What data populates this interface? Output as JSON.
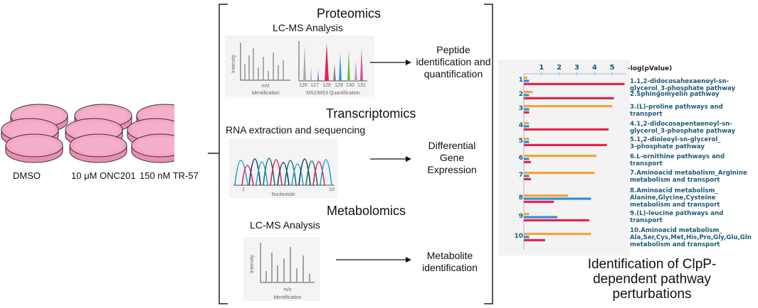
{
  "conditions": [
    {
      "label": "DMSO"
    },
    {
      "label": "10 μM ONC201"
    },
    {
      "label": "150 nM TR-57"
    }
  ],
  "proteomics": {
    "title": "Proteomics",
    "analysis_title": "LC-MS Analysis",
    "intensity_label": "Intensity",
    "mz_label": "m/z",
    "panel_left_caption": "Identification",
    "panel_right_caption": "MS2/MS3 Quantification",
    "ticks": [
      "126",
      "127",
      "128",
      "129",
      "130",
      "131"
    ],
    "output_lines": [
      "Peptide",
      "identification and",
      "quantification"
    ]
  },
  "transcriptomics": {
    "title": "Transcriptomics",
    "sub_title": "RNA extraction and sequencing",
    "axis_label": "Nucleotide",
    "tick_start": "1",
    "tick_end": "10",
    "output_lines": [
      "Differential",
      "Gene",
      "Expression"
    ]
  },
  "metabolomics": {
    "title": "Metabolomics",
    "analysis_title": "LC-MS Analysis",
    "intensity_label": "Intensity",
    "mz_label": "m/z",
    "panel_caption": "Identification",
    "output_lines": [
      "Metabolite",
      "identification"
    ]
  },
  "result_caption_lines": [
    "Identification of ClpP-",
    "dependent pathway",
    "perturbations"
  ],
  "colors": {
    "dish_fill": "#f3a6c4",
    "dish_rim": "#333333",
    "bar_red": "#e8234d",
    "bar_orange": "#f7a23b",
    "bar_blue": "#2f8fd6",
    "label_blue": "#1f5a78"
  },
  "chart_data": {
    "type": "bar",
    "orientation": "horizontal",
    "title": "-log(pValue)",
    "x_ticks": [
      "1",
      "2",
      "3",
      "4",
      "5"
    ],
    "xlim": [
      0,
      5.8
    ],
    "categories": [
      "1",
      "2",
      "3",
      "4",
      "5",
      "6",
      "7",
      "8",
      "9",
      "10"
    ],
    "series": [
      {
        "color": "#f7a23b",
        "values": [
          0.2,
          0.5,
          5.0,
          0.3,
          0.3,
          4.1,
          4.0,
          2.5,
          0.3,
          3.8
        ]
      },
      {
        "color": "#2f8fd6",
        "values": [
          0.3,
          0.3,
          0.3,
          0.3,
          0.3,
          0.3,
          0.3,
          3.8,
          1.9,
          0.3
        ]
      },
      {
        "color": "#e8234d",
        "values": [
          5.7,
          5.1,
          0.3,
          4.8,
          4.7,
          0.4,
          0.4,
          1.7,
          3.7,
          1.2
        ]
      }
    ],
    "pathways": [
      "1.1,2-didocosahexaenoyl-sn-\nglycerol_3-phosphate pathway",
      "2.Sphingomyelin pathway",
      "3.(L)-proline pathways and\ntransport",
      "4.1,2-didocosapentaenoyl-sn-\nglycerol_3-phosphate pathway",
      "5.1,2-dioleoyl-sn-glycerol_\n3-phosphate pathway",
      "6.L-ornithine pathways and\ntransport",
      "7.Aminoacid metabolism_Arginine\nmetabolism and transport",
      "8.Aminoacid metabolism_\nAlanine,Glycine,Cysteine\nmetabolism and transport",
      "9.(L)-leucine pathways and\ntransport",
      "10.Aminoacid metabolism_\nAla,Ser,Cys,Met,His,Pro,Gly,Glu,Gln\nmetabolism and transport"
    ]
  }
}
